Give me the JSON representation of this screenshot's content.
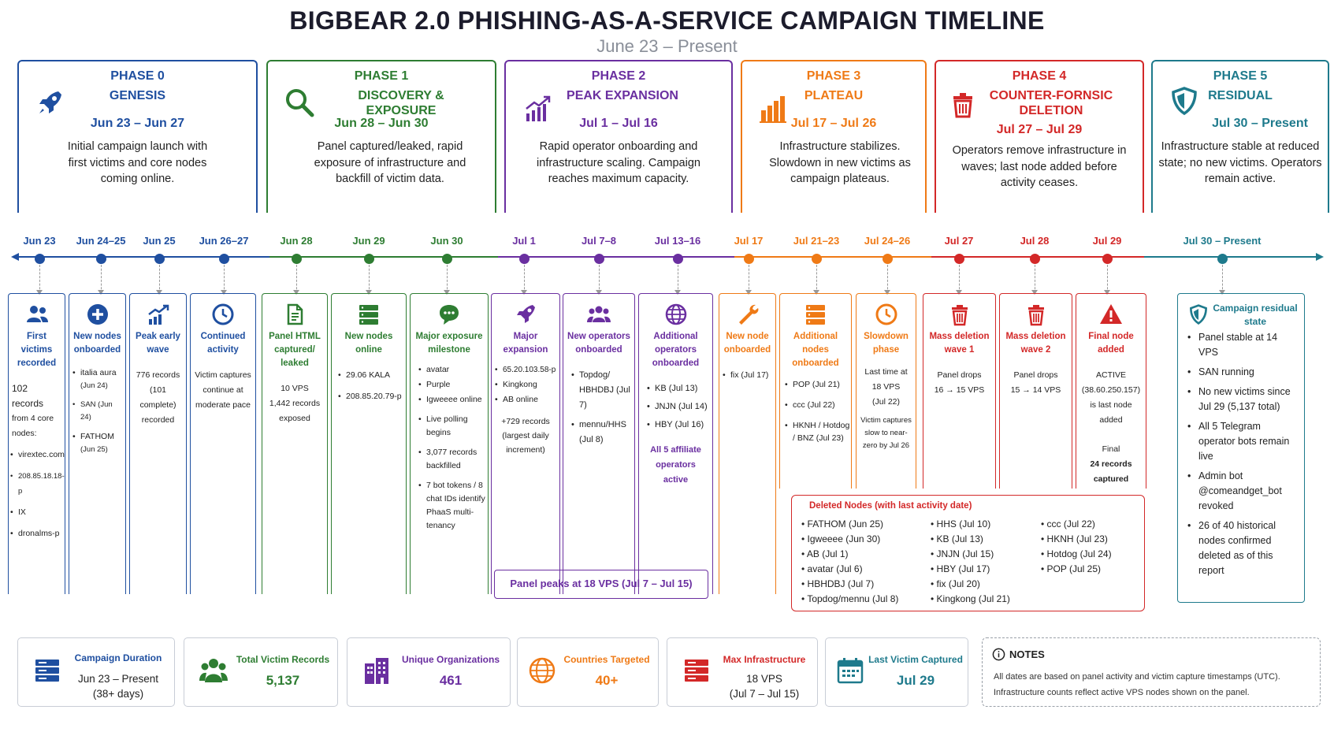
{
  "header": {
    "title": "BIGBEAR 2.0 PHISHING-AS-A-SERVICE CAMPAIGN TIMELINE",
    "subtitle": "June 23 – Present"
  },
  "colors": {
    "blue": "#1f4fa0",
    "green": "#2e7d32",
    "purple": "#6a2fa0",
    "orange": "#ef7a16",
    "red": "#d32828",
    "teal": "#1e7a8c"
  },
  "phases": [
    {
      "number": "PHASE 0",
      "title": "GENESIS",
      "dates": "Jun 23 – Jun 27",
      "desc": "Initial campaign launch with first victims and core nodes coming online.",
      "icon": "rocket-icon"
    },
    {
      "number": "PHASE 1",
      "title": "DISCOVERY & EXPOSURE",
      "dates": "Jun 28 – Jun 30",
      "desc": "Panel captured/leaked, rapid exposure of infrastructure and backfill of victim data.",
      "icon": "search-icon"
    },
    {
      "number": "PHASE 2",
      "title": "PEAK EXPANSION",
      "dates": "Jul 1 – Jul 16",
      "desc": "Rapid operator onboarding and infrastructure scaling. Campaign reaches maximum capacity.",
      "icon": "growth-chart-icon"
    },
    {
      "number": "PHASE 3",
      "title": "PLATEAU",
      "dates": "Jul 17 – Jul 26",
      "desc": "Infrastructure stabilizes. Slowdown in new victims as campaign plateaus.",
      "icon": "bar-chart-icon"
    },
    {
      "number": "PHASE 4",
      "title": "COUNTER-FORNSIC DELETION",
      "dates": "Jul 27 – Jul 29",
      "desc": "Operators remove infrastructure in waves; last node added before activity ceases.",
      "icon": "trash-icon"
    },
    {
      "number": "PHASE 5",
      "title": "RESIDUAL",
      "dates": "Jul 30 – Present",
      "desc": "Infrastructure stable at reduced state; no new victims. Operators remain active.",
      "icon": "shield-icon"
    }
  ],
  "timeline_dates": [
    "Jun 23",
    "Jun 24–25",
    "Jun 25",
    "Jun 26–27",
    "Jun 28",
    "Jun 29",
    "Jun 30",
    "Jul 1",
    "Jul 7–8",
    "Jul 13–16",
    "Jul 17",
    "Jul 21–23",
    "Jul 24–26",
    "Jul 27",
    "Jul 28",
    "Jul 29",
    "Jul 30 – Present"
  ],
  "cards": [
    {
      "title": "First victims recorded",
      "lines": [
        "102 records",
        "from 4 core",
        "nodes:"
      ],
      "bullets": [
        "virextec.com",
        "208.85.18.18-p",
        "IX",
        "dronalms-p"
      ]
    },
    {
      "title": "New nodes onboarded",
      "bullets": [
        "italia aura",
        "(Jun 24)",
        "SAN (Jun 24)",
        "FATHOM",
        "(Jun 25)"
      ]
    },
    {
      "title": "Peak early wave",
      "lines": [
        "776 records",
        "(101 complete)",
        "recorded"
      ]
    },
    {
      "title": "Continued activity",
      "lines": [
        "Victim captures",
        "continue at",
        "moderate pace"
      ]
    },
    {
      "title": "Panel HTML captured/ leaked",
      "lines": [
        "10 VPS",
        "1,442 records",
        "exposed"
      ]
    },
    {
      "title": "New nodes online",
      "bullets": [
        "29.06 KALA",
        "208.85.20.79-p"
      ]
    },
    {
      "title": "Major exposure milestone",
      "bullets": [
        "avatar",
        "Purple",
        "Igweeee online",
        "Live polling begins",
        "3,077 records backfilled",
        "7 bot tokens / 8 chat IDs identify PhaaS multi-tenancy"
      ]
    },
    {
      "title": "Major expansion",
      "bullets": [
        "65.20.103.58-p",
        "Kingkong",
        "AB online"
      ],
      "lines": [
        "+729 records",
        "(largest daily",
        "increment)"
      ]
    },
    {
      "title": "New operators onboarded",
      "bullets": [
        "Topdog/ HBHDBJ (Jul 7)",
        "mennu/HHS (Jul 8)"
      ]
    },
    {
      "title": "Additional operators onboarded",
      "bullets": [
        "KB (Jul 13)",
        "JNJN (Jul 14)",
        "HBY (Jul 16)"
      ],
      "note": "All 5 affiliate operators active"
    },
    {
      "title": "New node onboarded",
      "bullets": [
        "fix (Jul 17)"
      ]
    },
    {
      "title": "Additional nodes onboarded",
      "bullets": [
        "POP (Jul 21)",
        "ccc (Jul 22)",
        "HKNH / Hotdog / BNZ (Jul 23)"
      ]
    },
    {
      "title": "Slowdown phase",
      "lines": [
        "Last time at",
        "18 VPS",
        "(Jul 22)"
      ],
      "small": "Victim captures slow to near-zero by Jul 26"
    },
    {
      "title": "Mass deletion wave 1",
      "lines": [
        "Panel drops",
        "16 → 15 VPS"
      ]
    },
    {
      "title": "Mass deletion wave 2",
      "lines": [
        "Panel drops",
        "15 → 14 VPS"
      ]
    },
    {
      "title": "Final node added",
      "lines": [
        "ACTIVE",
        "(38.60.250.157)",
        "is last node",
        "added"
      ],
      "lines2": [
        "Final",
        "24 records",
        "captured"
      ]
    },
    {
      "title": "Campaign residual state",
      "bullets": [
        "Panel stable at 14 VPS",
        "SAN running",
        "No new victims since Jul 29 (5,137 total)",
        "All 5 Telegram operator bots remain live",
        "Admin bot @comeandget_bot revoked",
        "26 of 40 historical nodes confirmed deleted as of this report"
      ]
    }
  ],
  "peak_banner": "Panel peaks at 18 VPS (Jul 7 – Jul 15)",
  "deleted_nodes": {
    "title": "Deleted Nodes (with last activity date)",
    "col1": [
      "FATHOM (Jun 25)",
      "Igweeee (Jun 30)",
      "AB (Jul 1)",
      "avatar (Jul 6)",
      "HBHDBJ (Jul 7)",
      "Topdog/mennu (Jul 8)"
    ],
    "col2": [
      "HHS (Jul 10)",
      "KB (Jul 13)",
      "JNJN (Jul 15)",
      "HBY (Jul 17)",
      "fix (Jul 20)",
      "Kingkong (Jul 21)"
    ],
    "col3": [
      "ccc (Jul 22)",
      "HKNH (Jul 23)",
      "Hotdog (Jul 24)",
      "POP (Jul 25)"
    ]
  },
  "stats": [
    {
      "label": "Campaign Duration",
      "value": "Jun 23 – Present\n(38+ days)",
      "icon": "server-icon"
    },
    {
      "label": "Total Victim Records",
      "value": "5,137",
      "icon": "users-icon"
    },
    {
      "label": "Unique Organizations",
      "value": "461",
      "icon": "building-icon"
    },
    {
      "label": "Countries Targeted",
      "value": "40+",
      "icon": "globe-icon"
    },
    {
      "label": "Max Infrastructure",
      "value": "18 VPS\n(Jul 7 – Jul 15)",
      "icon": "server-stack-icon"
    },
    {
      "label": "Last Victim Captured",
      "value": "Jul 29",
      "icon": "calendar-icon"
    }
  ],
  "notes": {
    "title": "NOTES",
    "text": "All dates are based on panel activity and victim capture timestamps (UTC). Infrastructure counts reflect active VPS nodes shown on the panel."
  }
}
